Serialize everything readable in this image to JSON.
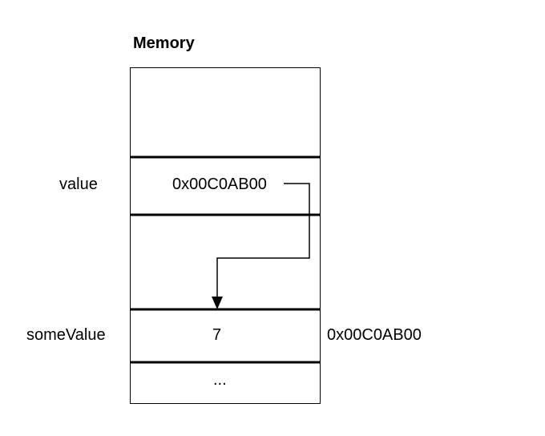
{
  "title": "Memory",
  "rows": {
    "value": {
      "label": "value",
      "content": "0x00C0AB00"
    },
    "some_value": {
      "label": "someValue",
      "content": "7",
      "address": "0x00C0AB00"
    },
    "ellipsis": {
      "content": "..."
    }
  },
  "colors": {
    "stroke": "#000000",
    "background": "#ffffff"
  }
}
